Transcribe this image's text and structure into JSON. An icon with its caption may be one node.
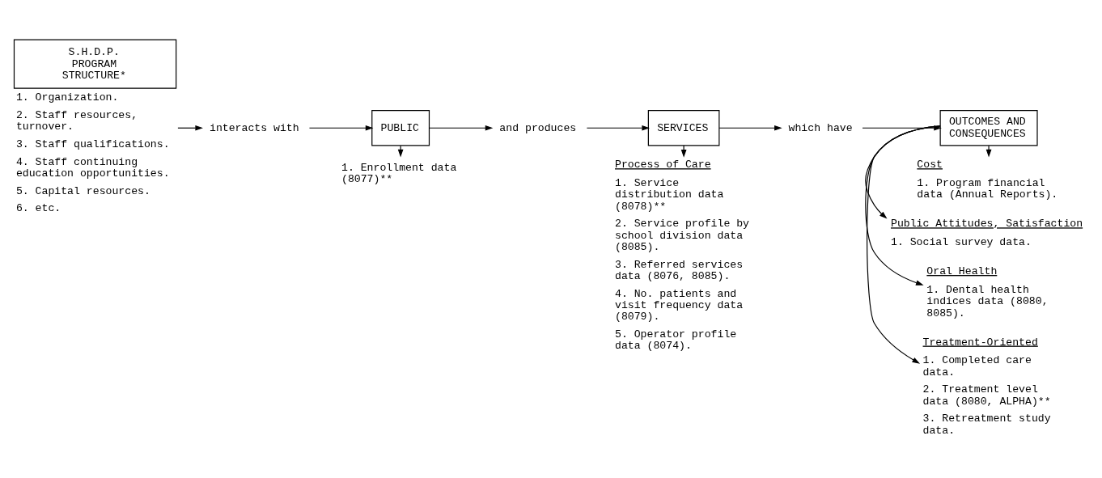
{
  "diagram": {
    "nodes": [
      {
        "text": [
          "S.H.D.P. PROGRAM STRUCTURE*"
        ],
        "beside": [
          "1. Organization.",
          "2. Staff resources, turnover.",
          "3. Staff qualifications.",
          "4. Staff continuing education opportunities.",
          "5. Capital resources.",
          "6. etc."
        ]
      },
      {
        "text": [
          "interacts with"
        ]
      },
      {
        "text": [
          "PUBLIC"
        ]
      },
      {
        "text": [
          "and produces"
        ]
      },
      {
        "text": [
          "SERVICES"
        ]
      },
      {
        "text": [
          "which have"
        ]
      },
      {
        "text": [
          "OUTCOMES AND CONSEQUENCES"
        ]
      },
      {
        "text": [
          "1. Enrollment data (8077)**"
        ]
      },
      {
        "text": [
          "Process of Care",
          "1. Service distribution data (8078)**",
          "2. Service profile by school division data (8085).",
          "3. Referred services data (8076, 8085).",
          "4. No. patients and visit frequency data (8079).",
          "5. Operator profile data (8074)."
        ]
      },
      {
        "text": [
          "Treatment-Oriented",
          "1. Completed care data.",
          "2. Treatment level data (8080, ALPHA)**",
          "3. Retreatment study data."
        ]
      },
      {
        "text": [
          "Oral Health",
          "1. Dental health indices data (8080, 8085)."
        ]
      },
      {
        "text": [
          "Public Attitudes, Satisfaction",
          "1. Social survey data."
        ]
      },
      {
        "text": [
          "Cost",
          "1. Program financial data (Annual Reports)."
        ]
      }
    ],
    "edges": [
      {
        "from": 0,
        "to": 1,
        "arrow": "to"
      },
      {
        "from": 1,
        "to": 2,
        "arrow": "to"
      },
      {
        "from": 2,
        "to": 3,
        "arrow": "to"
      },
      {
        "from": 3,
        "to": 4,
        "arrow": "to"
      },
      {
        "from": 4,
        "to": 5,
        "arrow": "to"
      },
      {
        "from": 5,
        "to": 6,
        "arrow": "to"
      },
      {
        "from": 2,
        "to": 7,
        "arrow": "to"
      },
      {
        "from": 4,
        "to": 8,
        "arrow": "to"
      },
      {
        "from": 6,
        "to": 9,
        "arrow": "to"
      },
      {
        "from": 6,
        "to": 10,
        "arrow": "to"
      },
      {
        "from": 6,
        "to": 11,
        "arrow": "to"
      },
      {
        "from": 6,
        "to": 12,
        "arrow": "to"
      }
    ]
  }
}
